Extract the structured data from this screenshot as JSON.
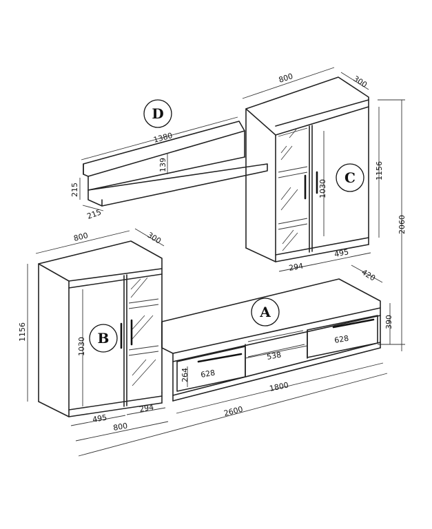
{
  "modules": {
    "A": "A",
    "B": "B",
    "C": "C",
    "D": "D"
  },
  "dimensions": {
    "d_width": "1380",
    "d_inner_h": "139",
    "d_height": "215",
    "d_depth": "215",
    "c_width": "800",
    "c_depth": "300",
    "c_height": "1156",
    "c_door_h": "1030",
    "c_glass_w": "294",
    "c_door_w": "495",
    "total_height": "2060",
    "b_width": "800",
    "b_depth": "300",
    "b_height": "1156",
    "b_door_h": "1030",
    "b_door_w": "495",
    "b_glass_w": "294",
    "b_base_w": "800",
    "a_depth": "420",
    "a_height": "390",
    "a_drawer_right_w": "628",
    "a_drawer_left_w": "628",
    "a_drawer_h": "264",
    "a_niche_w": "538",
    "a_width": "1800",
    "total_width": "2600"
  }
}
